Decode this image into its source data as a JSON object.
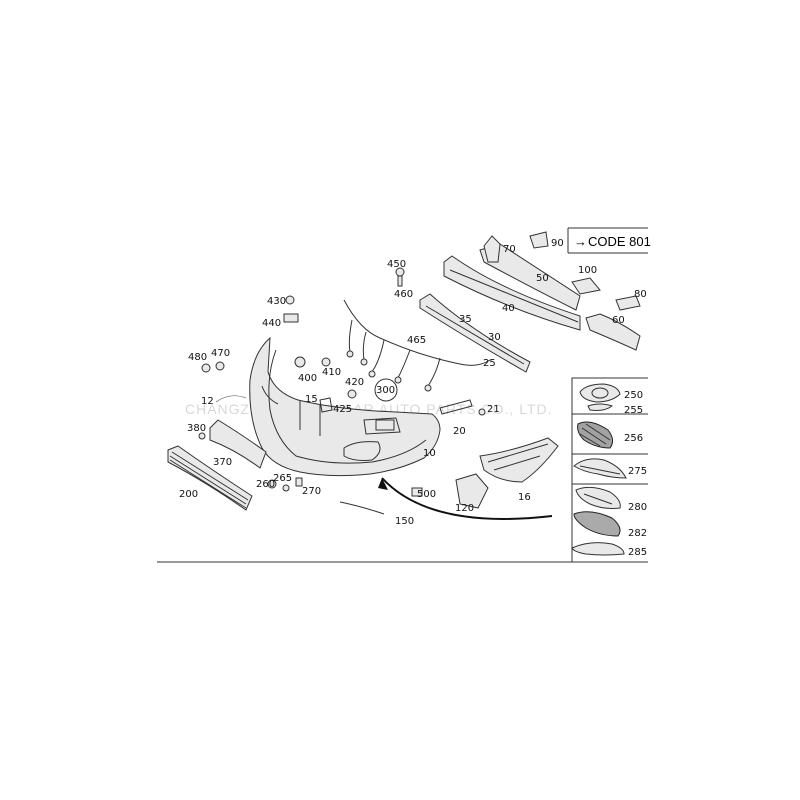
{
  "watermark": "CHANGZHOU YUTUNCAR AUTO PARTS CO., LTD.",
  "code_label": "CODE 801",
  "code_arrow_glyph": "→",
  "callouts": [
    {
      "id": "c10",
      "text": "10"
    },
    {
      "id": "c12",
      "text": "12"
    },
    {
      "id": "c15",
      "text": "15"
    },
    {
      "id": "c16",
      "text": "16"
    },
    {
      "id": "c20",
      "text": "20"
    },
    {
      "id": "c21",
      "text": "21"
    },
    {
      "id": "c25",
      "text": "25"
    },
    {
      "id": "c30",
      "text": "30"
    },
    {
      "id": "c35",
      "text": "35"
    },
    {
      "id": "c40",
      "text": "40"
    },
    {
      "id": "c50",
      "text": "50"
    },
    {
      "id": "c60",
      "text": "60"
    },
    {
      "id": "c70",
      "text": "70"
    },
    {
      "id": "c80",
      "text": "80"
    },
    {
      "id": "c90",
      "text": "90"
    },
    {
      "id": "c100",
      "text": "100"
    },
    {
      "id": "c120",
      "text": "120"
    },
    {
      "id": "c150",
      "text": "150"
    },
    {
      "id": "c200",
      "text": "200"
    },
    {
      "id": "c250",
      "text": "250"
    },
    {
      "id": "c255",
      "text": "255"
    },
    {
      "id": "c256",
      "text": "256"
    },
    {
      "id": "c260",
      "text": "260"
    },
    {
      "id": "c265",
      "text": "265"
    },
    {
      "id": "c270",
      "text": "270"
    },
    {
      "id": "c275",
      "text": "275"
    },
    {
      "id": "c280",
      "text": "280"
    },
    {
      "id": "c282",
      "text": "282"
    },
    {
      "id": "c285",
      "text": "285"
    },
    {
      "id": "c300",
      "text": "300"
    },
    {
      "id": "c370",
      "text": "370"
    },
    {
      "id": "c380",
      "text": "380"
    },
    {
      "id": "c400",
      "text": "400"
    },
    {
      "id": "c410",
      "text": "410"
    },
    {
      "id": "c420",
      "text": "420"
    },
    {
      "id": "c425",
      "text": "425"
    },
    {
      "id": "c430",
      "text": "430"
    },
    {
      "id": "c440",
      "text": "440"
    },
    {
      "id": "c450",
      "text": "450"
    },
    {
      "id": "c460",
      "text": "460"
    },
    {
      "id": "c465",
      "text": "465"
    },
    {
      "id": "c470",
      "text": "470"
    },
    {
      "id": "c480",
      "text": "480"
    },
    {
      "id": "c500",
      "text": "500"
    }
  ]
}
